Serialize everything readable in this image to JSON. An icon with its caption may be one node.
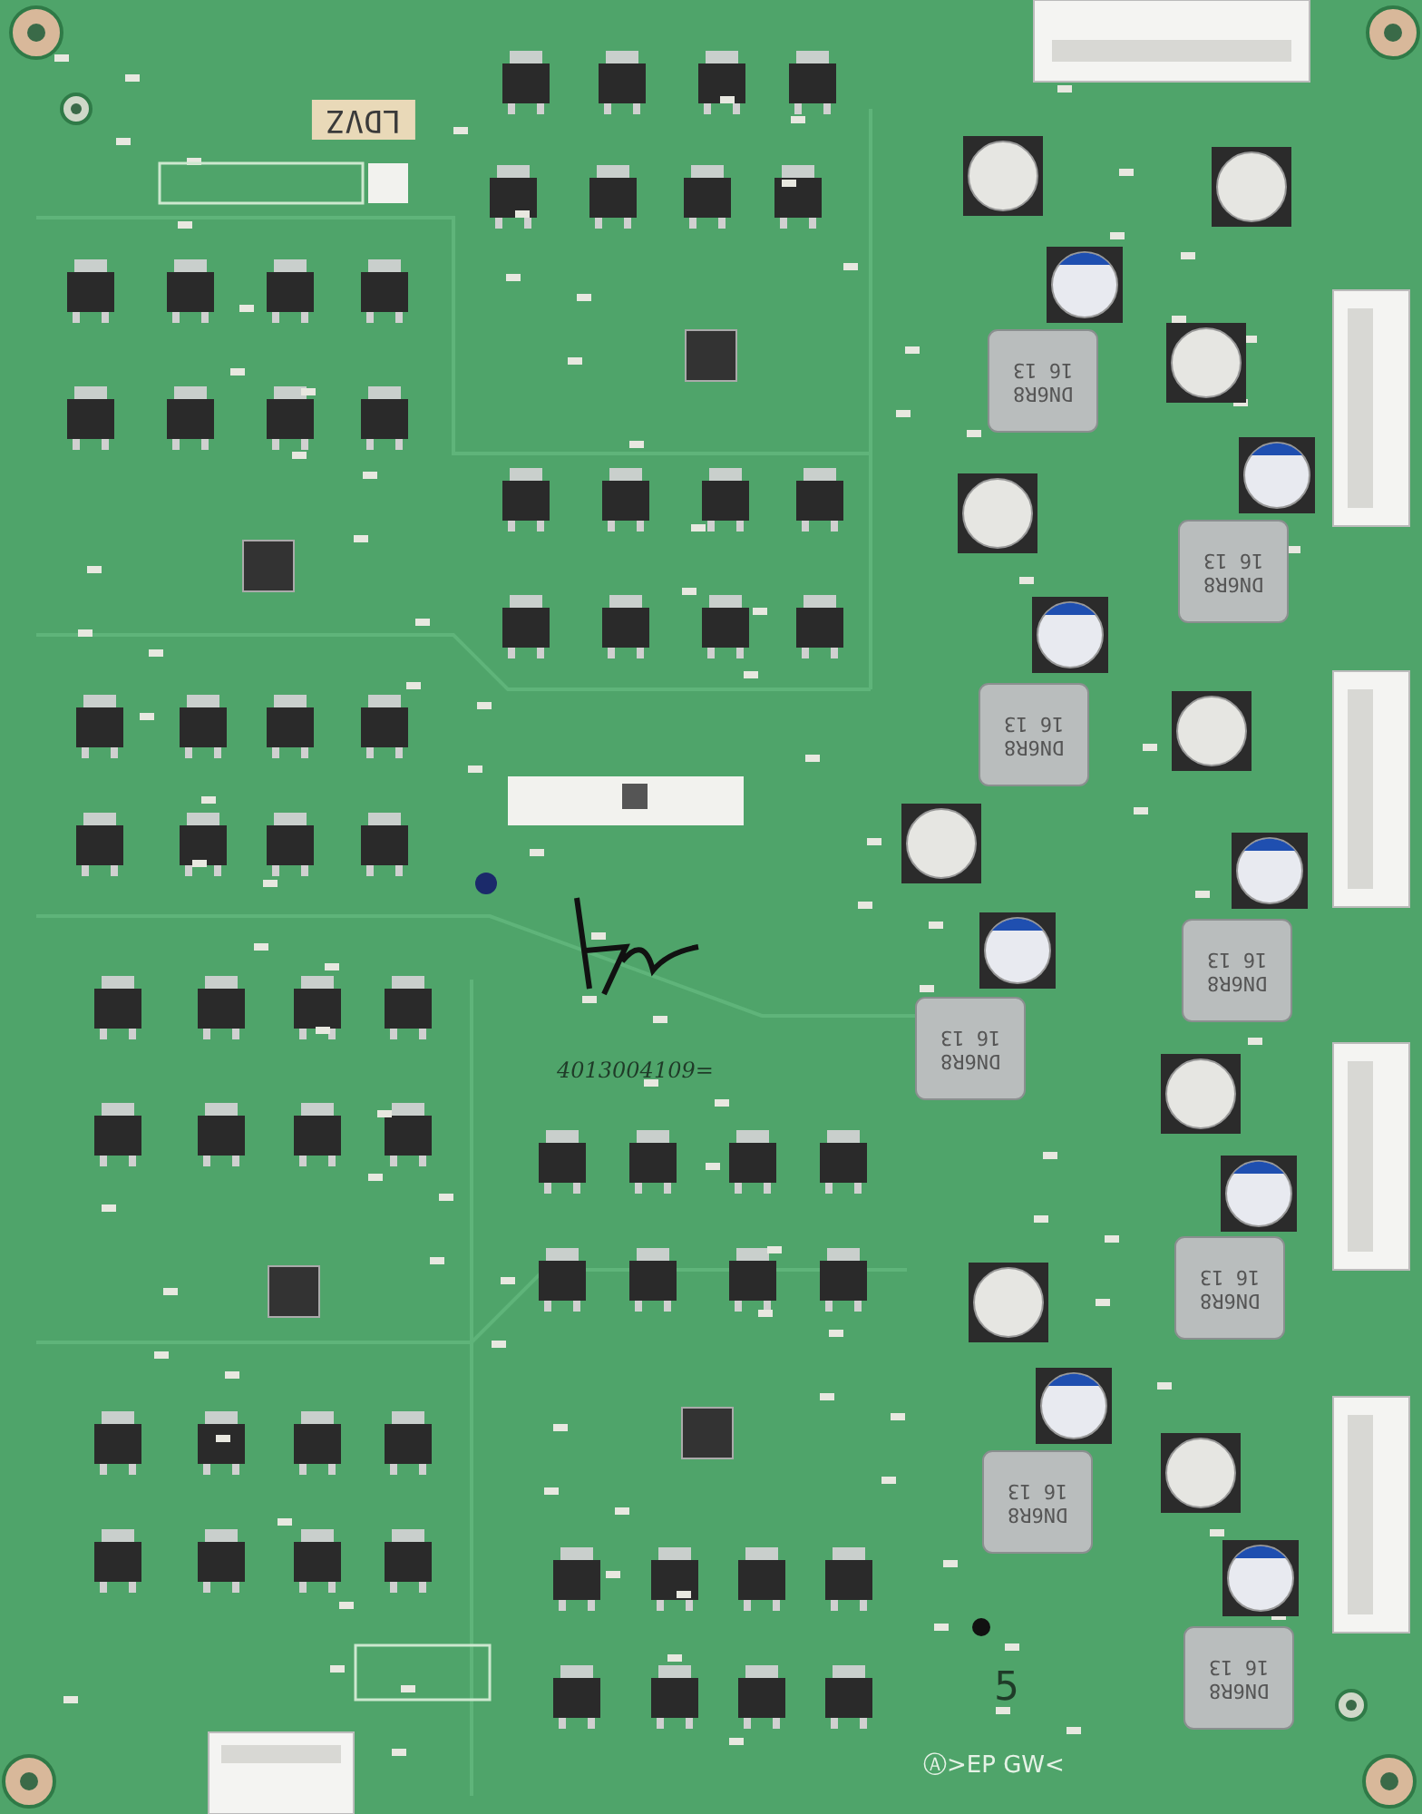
{
  "diagram": {
    "labels": [
      "LDVZ",
      "DN6R8 16 13",
      "DN6R8 16 13",
      "DN6R8 16 13",
      "DN6R8 16 13",
      "DN6R8 16 13",
      "DN6R8 16 13",
      "DN6R8 16 13",
      "DN6R8 16 13",
      "4013004109=",
      "5",
      "Ⓐ>EP GW<"
    ]
  }
}
